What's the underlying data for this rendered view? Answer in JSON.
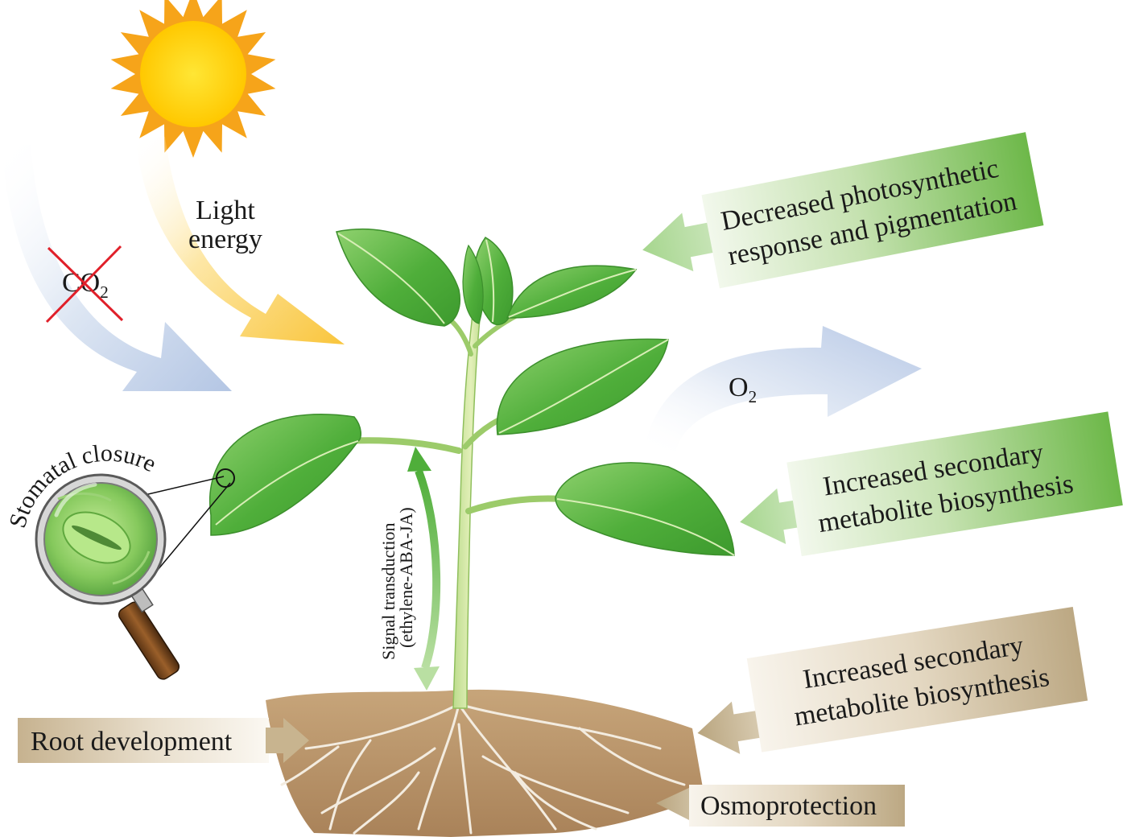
{
  "sun": {
    "label_line1": "Light",
    "label_line2": "energy"
  },
  "co2": {
    "text": "CO",
    "subscript": "2",
    "crossed": true
  },
  "o2": {
    "text": "O",
    "subscript": "2"
  },
  "stomata": {
    "label": "Stomatal closure"
  },
  "signal": {
    "line1": "Signal transduction",
    "line2": "(ethylene-ABA-JA)"
  },
  "boxes": {
    "photosynthesis": {
      "line1": "Decreased photosynthetic",
      "line2": "response and pigmentation"
    },
    "secondary_leaf": {
      "line1": "Increased secondary",
      "line2": "metabolite biosynthesis"
    },
    "secondary_root": {
      "line1": "Increased secondary",
      "line2": "metabolite biosynthesis"
    },
    "root_development": {
      "label": "Root development"
    },
    "osmoprotection": {
      "label": "Osmoprotection"
    }
  },
  "colors": {
    "leaf_green": "#5fb844",
    "box_green": "#7cc258",
    "box_tan": "#c4b394",
    "sun_orange": "#f6a41a",
    "sun_yellow": "#ffd21a",
    "blue_arrow": "#b5c7e6",
    "red_cross": "#e0202a",
    "soil": "#b08b60"
  }
}
